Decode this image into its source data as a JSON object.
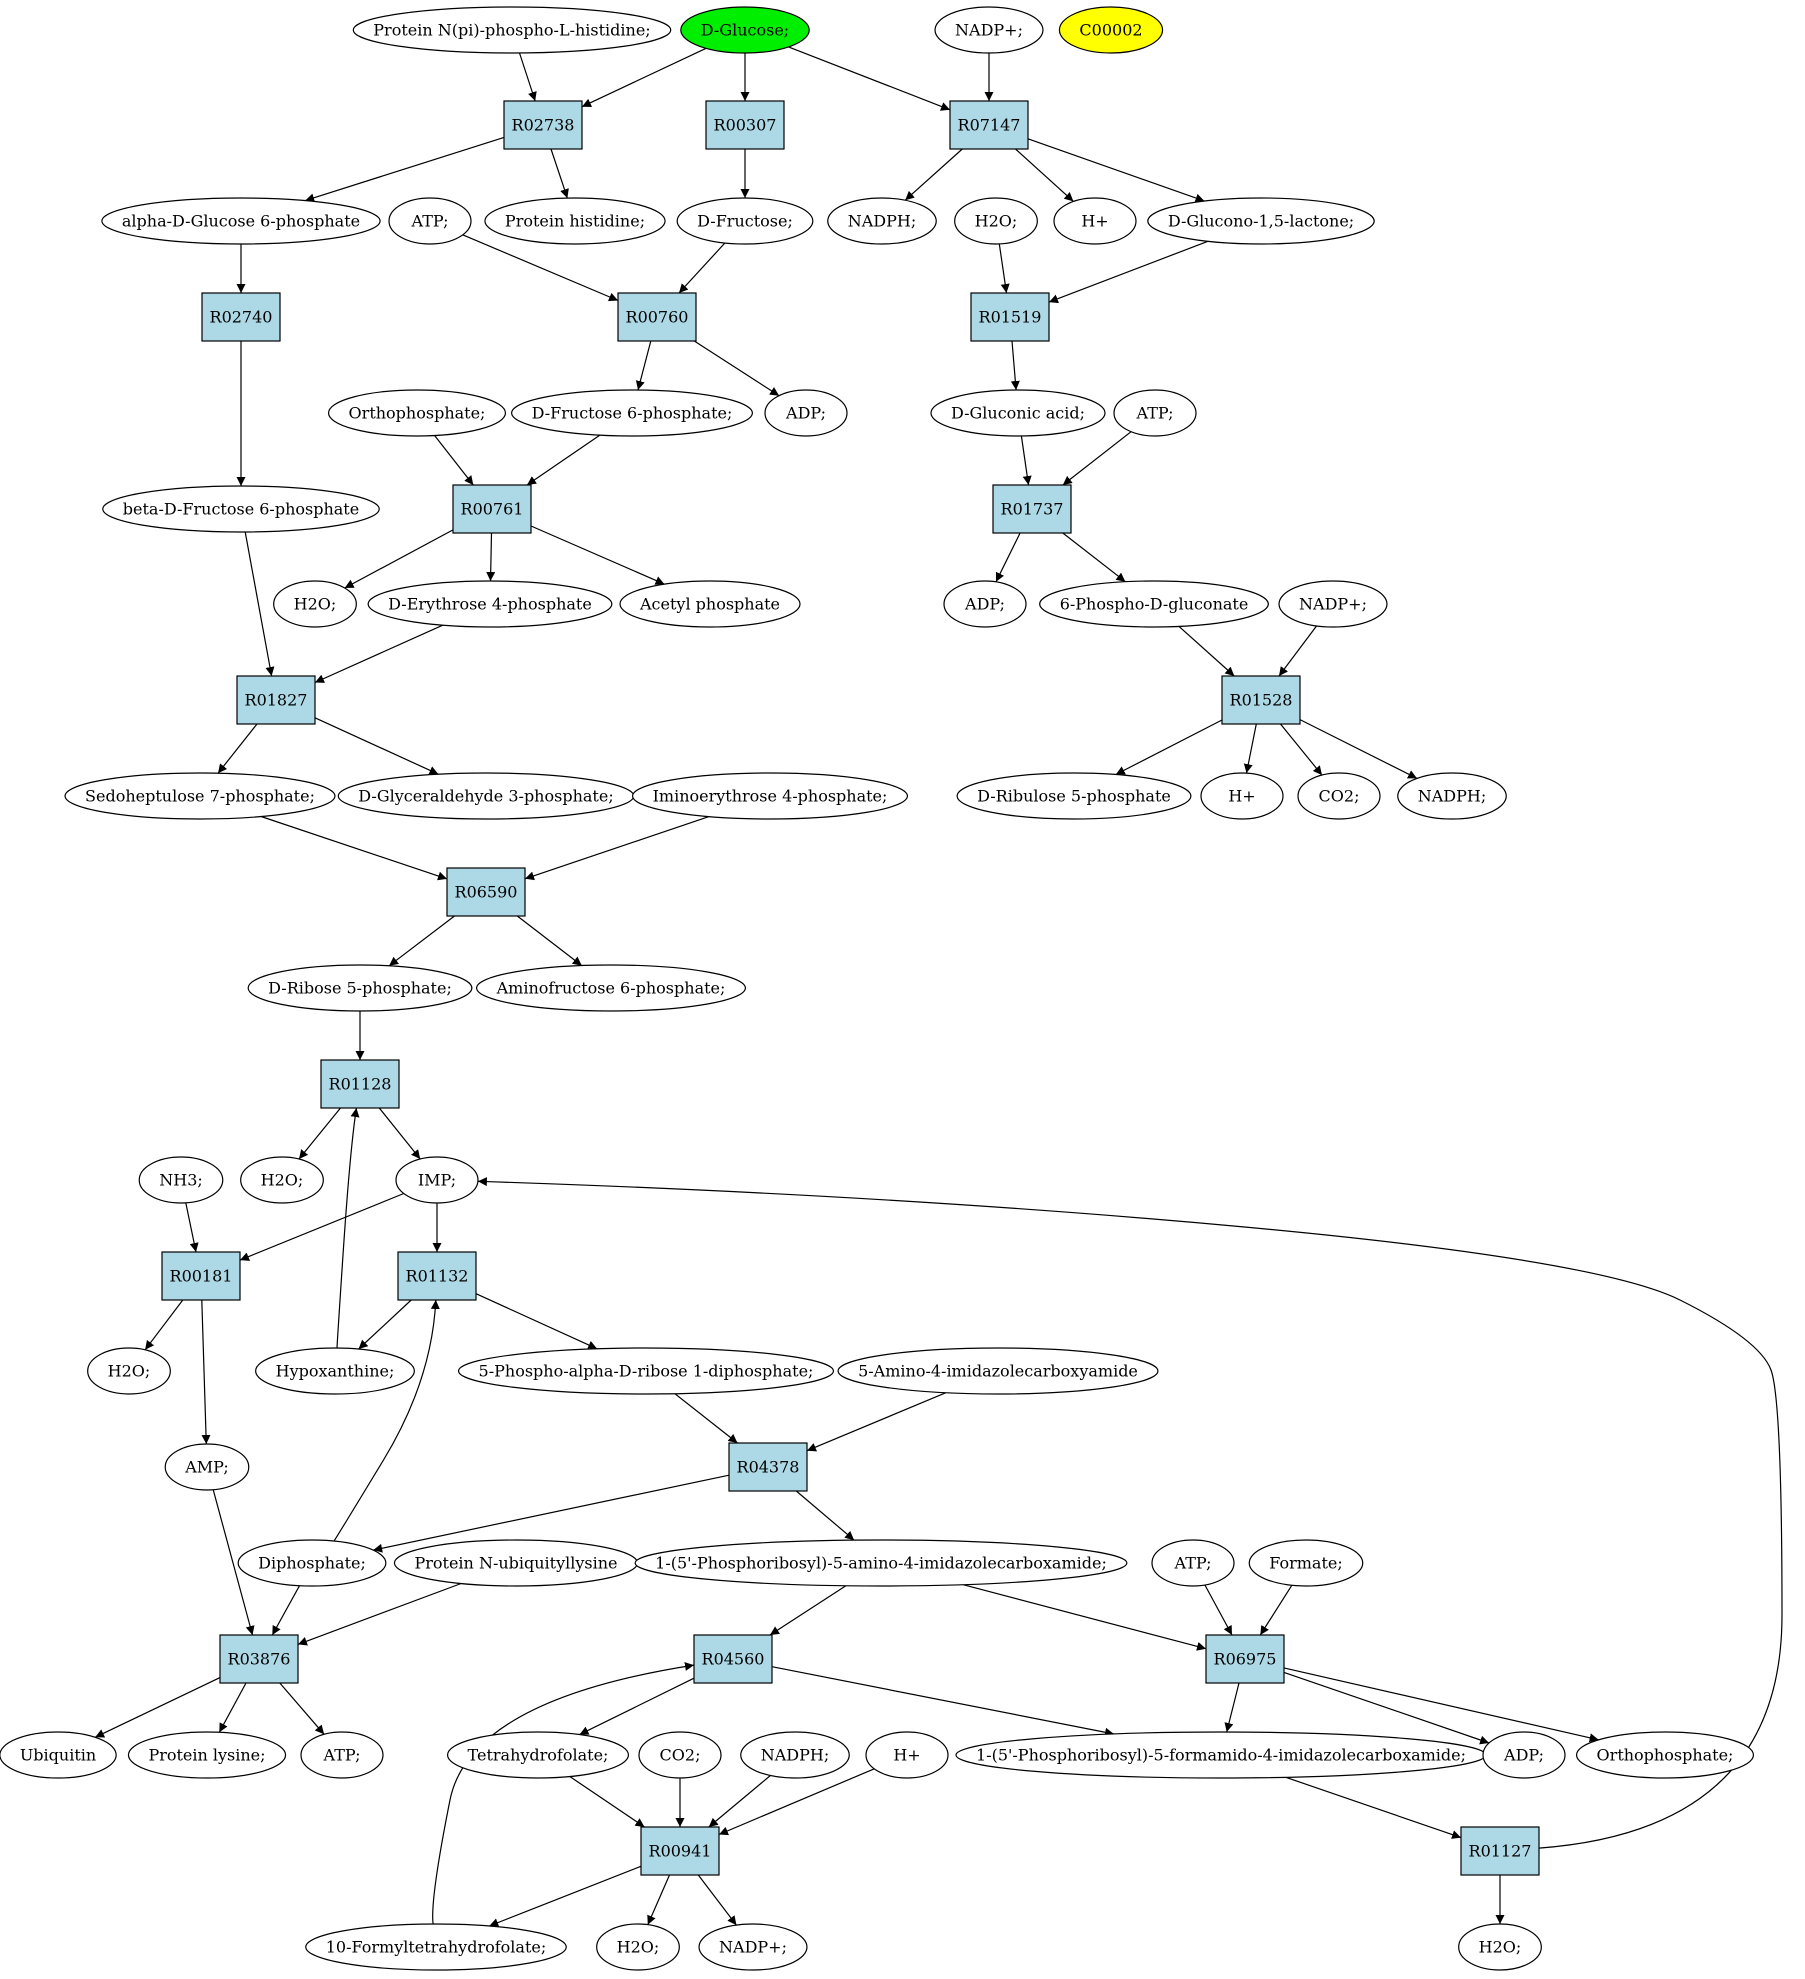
{
  "colors": {
    "reaction_fill": "#add8e6",
    "compound_fill": "#ffffff",
    "start_fill": "#00ee00",
    "highlight_fill": "#ffff00",
    "stroke": "#000000",
    "background": "#ffffff"
  },
  "nodes": [
    {
      "id": "c_pnphis",
      "label": "Protein N(pi)-phospho-L-histidine;",
      "shape": "ellipse"
    },
    {
      "id": "c_glucose",
      "label": "D-Glucose;",
      "shape": "ellipse",
      "fill": "start"
    },
    {
      "id": "c_nadp1",
      "label": "NADP+;",
      "shape": "ellipse"
    },
    {
      "id": "c_c00002",
      "label": "C00002",
      "shape": "ellipse",
      "fill": "highlight"
    },
    {
      "id": "R02738",
      "label": "R02738",
      "shape": "box"
    },
    {
      "id": "R00307",
      "label": "R00307",
      "shape": "box"
    },
    {
      "id": "R07147",
      "label": "R07147",
      "shape": "box"
    },
    {
      "id": "c_ag6p",
      "label": "alpha-D-Glucose 6-phosphate",
      "shape": "ellipse"
    },
    {
      "id": "c_phis",
      "label": "Protein histidine;",
      "shape": "ellipse"
    },
    {
      "id": "c_atp1",
      "label": "ATP;",
      "shape": "ellipse"
    },
    {
      "id": "c_fructose",
      "label": "D-Fructose;",
      "shape": "ellipse"
    },
    {
      "id": "c_nadph1",
      "label": "NADPH;",
      "shape": "ellipse"
    },
    {
      "id": "c_h2o1",
      "label": "H2O;",
      "shape": "ellipse"
    },
    {
      "id": "c_hplus1",
      "label": "H+",
      "shape": "ellipse"
    },
    {
      "id": "c_glucono",
      "label": "D-Glucono-1,5-lactone;",
      "shape": "ellipse"
    },
    {
      "id": "R02740",
      "label": "R02740",
      "shape": "box"
    },
    {
      "id": "R00760",
      "label": "R00760",
      "shape": "box"
    },
    {
      "id": "R01519",
      "label": "R01519",
      "shape": "box"
    },
    {
      "id": "c_ortho1",
      "label": "Orthophosphate;",
      "shape": "ellipse"
    },
    {
      "id": "c_f6p",
      "label": "D-Fructose 6-phosphate;",
      "shape": "ellipse"
    },
    {
      "id": "c_adp1",
      "label": "ADP;",
      "shape": "ellipse"
    },
    {
      "id": "c_gluconic",
      "label": "D-Gluconic acid;",
      "shape": "ellipse"
    },
    {
      "id": "c_atp2",
      "label": "ATP;",
      "shape": "ellipse"
    },
    {
      "id": "c_bf6p",
      "label": "beta-D-Fructose 6-phosphate",
      "shape": "ellipse"
    },
    {
      "id": "R00761",
      "label": "R00761",
      "shape": "box"
    },
    {
      "id": "R01737",
      "label": "R01737",
      "shape": "box"
    },
    {
      "id": "c_h2o2",
      "label": "H2O;",
      "shape": "ellipse"
    },
    {
      "id": "c_e4p",
      "label": "D-Erythrose 4-phosphate",
      "shape": "ellipse"
    },
    {
      "id": "c_acetylp",
      "label": "Acetyl phosphate",
      "shape": "ellipse"
    },
    {
      "id": "c_adp2",
      "label": "ADP;",
      "shape": "ellipse"
    },
    {
      "id": "c_6pg",
      "label": "6-Phospho-D-gluconate",
      "shape": "ellipse"
    },
    {
      "id": "c_nadp2",
      "label": "NADP+;",
      "shape": "ellipse"
    },
    {
      "id": "R01827",
      "label": "R01827",
      "shape": "box"
    },
    {
      "id": "R01528",
      "label": "R01528",
      "shape": "box"
    },
    {
      "id": "c_s7p",
      "label": "Sedoheptulose 7-phosphate;",
      "shape": "ellipse"
    },
    {
      "id": "c_g3p",
      "label": "D-Glyceraldehyde 3-phosphate;",
      "shape": "ellipse"
    },
    {
      "id": "c_ie4p",
      "label": "Iminoerythrose 4-phosphate;",
      "shape": "ellipse"
    },
    {
      "id": "c_ru5p",
      "label": "D-Ribulose 5-phosphate",
      "shape": "ellipse"
    },
    {
      "id": "c_hplus2",
      "label": "H+",
      "shape": "ellipse"
    },
    {
      "id": "c_co2_1",
      "label": "CO2;",
      "shape": "ellipse"
    },
    {
      "id": "c_nadph2",
      "label": "NADPH;",
      "shape": "ellipse"
    },
    {
      "id": "R06590",
      "label": "R06590",
      "shape": "box"
    },
    {
      "id": "c_r5p",
      "label": "D-Ribose 5-phosphate;",
      "shape": "ellipse"
    },
    {
      "id": "c_af6p",
      "label": "Aminofructose 6-phosphate;",
      "shape": "ellipse"
    },
    {
      "id": "R01128",
      "label": "R01128",
      "shape": "box"
    },
    {
      "id": "c_nh3",
      "label": "NH3;",
      "shape": "ellipse"
    },
    {
      "id": "c_h2o3",
      "label": "H2O;",
      "shape": "ellipse"
    },
    {
      "id": "c_imp",
      "label": "IMP;",
      "shape": "ellipse"
    },
    {
      "id": "R00181",
      "label": "R00181",
      "shape": "box"
    },
    {
      "id": "R01132",
      "label": "R01132",
      "shape": "box"
    },
    {
      "id": "c_h2o4",
      "label": "H2O;",
      "shape": "ellipse"
    },
    {
      "id": "c_hypox",
      "label": "Hypoxanthine;",
      "shape": "ellipse"
    },
    {
      "id": "c_prpp",
      "label": "5-Phospho-alpha-D-ribose 1-diphosphate;",
      "shape": "ellipse"
    },
    {
      "id": "c_aica",
      "label": "5-Amino-4-imidazolecarboxyamide",
      "shape": "ellipse"
    },
    {
      "id": "c_amp",
      "label": "AMP;",
      "shape": "ellipse"
    },
    {
      "id": "R04378",
      "label": "R04378",
      "shape": "box"
    },
    {
      "id": "c_ppi",
      "label": "Diphosphate;",
      "shape": "ellipse"
    },
    {
      "id": "c_pnubk",
      "label": "Protein N-ubiquityllysine",
      "shape": "ellipse"
    },
    {
      "id": "c_aicar",
      "label": "1-(5'-Phosphoribosyl)-5-amino-4-imidazolecarboxamide;",
      "shape": "ellipse"
    },
    {
      "id": "c_atp3",
      "label": "ATP;",
      "shape": "ellipse"
    },
    {
      "id": "c_formate",
      "label": "Formate;",
      "shape": "ellipse"
    },
    {
      "id": "R03876",
      "label": "R03876",
      "shape": "box"
    },
    {
      "id": "R04560",
      "label": "R04560",
      "shape": "box"
    },
    {
      "id": "R06975",
      "label": "R06975",
      "shape": "box"
    },
    {
      "id": "c_ubiquitin",
      "label": "Ubiquitin",
      "shape": "ellipse"
    },
    {
      "id": "c_plys",
      "label": "Protein lysine;",
      "shape": "ellipse"
    },
    {
      "id": "c_atp4",
      "label": "ATP;",
      "shape": "ellipse"
    },
    {
      "id": "c_thf",
      "label": "Tetrahydrofolate;",
      "shape": "ellipse"
    },
    {
      "id": "c_co2_2",
      "label": "CO2;",
      "shape": "ellipse"
    },
    {
      "id": "c_nadph3",
      "label": "NADPH;",
      "shape": "ellipse"
    },
    {
      "id": "c_hplus3",
      "label": "H+",
      "shape": "ellipse"
    },
    {
      "id": "c_faicar",
      "label": "1-(5'-Phosphoribosyl)-5-formamido-4-imidazolecarboxamide;",
      "shape": "ellipse"
    },
    {
      "id": "c_adp3",
      "label": "ADP;",
      "shape": "ellipse"
    },
    {
      "id": "c_ortho2",
      "label": "Orthophosphate;",
      "shape": "ellipse"
    },
    {
      "id": "R00941",
      "label": "R00941",
      "shape": "box"
    },
    {
      "id": "R01127",
      "label": "R01127",
      "shape": "box"
    },
    {
      "id": "c_10fthf",
      "label": "10-Formyltetrahydrofolate;",
      "shape": "ellipse"
    },
    {
      "id": "c_h2o5",
      "label": "H2O;",
      "shape": "ellipse"
    },
    {
      "id": "c_nadp3",
      "label": "NADP+;",
      "shape": "ellipse"
    },
    {
      "id": "c_h2o6",
      "label": "H2O;",
      "shape": "ellipse"
    }
  ],
  "edges": [
    [
      "c_pnphis",
      "R02738"
    ],
    [
      "c_glucose",
      "R02738"
    ],
    [
      "c_glucose",
      "R00307"
    ],
    [
      "c_glucose",
      "R07147"
    ],
    [
      "c_nadp1",
      "R07147"
    ],
    [
      "R02738",
      "c_ag6p"
    ],
    [
      "R02738",
      "c_phis"
    ],
    [
      "R00307",
      "c_fructose"
    ],
    [
      "R07147",
      "c_nadph1"
    ],
    [
      "R07147",
      "c_hplus1"
    ],
    [
      "R07147",
      "c_glucono"
    ],
    [
      "c_ag6p",
      "R02740"
    ],
    [
      "c_atp1",
      "R00760"
    ],
    [
      "c_fructose",
      "R00760"
    ],
    [
      "c_h2o1",
      "R01519"
    ],
    [
      "c_glucono",
      "R01519"
    ],
    [
      "R02740",
      "c_bf6p"
    ],
    [
      "R00760",
      "c_f6p"
    ],
    [
      "R00760",
      "c_adp1"
    ],
    [
      "R01519",
      "c_gluconic"
    ],
    [
      "c_ortho1",
      "R00761"
    ],
    [
      "c_f6p",
      "R00761"
    ],
    [
      "c_gluconic",
      "R01737"
    ],
    [
      "c_atp2",
      "R01737"
    ],
    [
      "R00761",
      "c_h2o2"
    ],
    [
      "R00761",
      "c_e4p"
    ],
    [
      "R00761",
      "c_acetylp"
    ],
    [
      "R01737",
      "c_adp2"
    ],
    [
      "R01737",
      "c_6pg"
    ],
    [
      "c_bf6p",
      "R01827"
    ],
    [
      "c_e4p",
      "R01827"
    ],
    [
      "c_6pg",
      "R01528"
    ],
    [
      "c_nadp2",
      "R01528"
    ],
    [
      "R01827",
      "c_s7p"
    ],
    [
      "R01827",
      "c_g3p"
    ],
    [
      "R01528",
      "c_ru5p"
    ],
    [
      "R01528",
      "c_hplus2"
    ],
    [
      "R01528",
      "c_co2_1"
    ],
    [
      "R01528",
      "c_nadph2"
    ],
    [
      "c_s7p",
      "R06590"
    ],
    [
      "c_ie4p",
      "R06590"
    ],
    [
      "R06590",
      "c_r5p"
    ],
    [
      "R06590",
      "c_af6p"
    ],
    [
      "c_r5p",
      "R01128"
    ],
    [
      "R01128",
      "c_h2o3"
    ],
    [
      "R01128",
      "c_imp"
    ],
    [
      "c_hypox",
      "R01128"
    ],
    [
      "c_nh3",
      "R00181"
    ],
    [
      "c_imp",
      "R00181"
    ],
    [
      "c_imp",
      "R01132"
    ],
    [
      "R00181",
      "c_h2o4"
    ],
    [
      "R00181",
      "c_amp"
    ],
    [
      "R01132",
      "c_hypox"
    ],
    [
      "R01132",
      "c_prpp"
    ],
    [
      "c_ppi",
      "R01132"
    ],
    [
      "c_prpp",
      "R04378"
    ],
    [
      "c_aica",
      "R04378"
    ],
    [
      "R04378",
      "c_ppi"
    ],
    [
      "R04378",
      "c_aicar"
    ],
    [
      "c_amp",
      "R03876"
    ],
    [
      "c_ppi",
      "R03876"
    ],
    [
      "c_pnubk",
      "R03876"
    ],
    [
      "c_aicar",
      "R04560"
    ],
    [
      "c_aicar",
      "R06975"
    ],
    [
      "c_atp3",
      "R06975"
    ],
    [
      "c_formate",
      "R06975"
    ],
    [
      "R03876",
      "c_ubiquitin"
    ],
    [
      "R03876",
      "c_plys"
    ],
    [
      "R03876",
      "c_atp4"
    ],
    [
      "R04560",
      "c_thf"
    ],
    [
      "R04560",
      "c_faicar"
    ],
    [
      "c_10fthf",
      "R04560"
    ],
    [
      "R06975",
      "c_faicar"
    ],
    [
      "R06975",
      "c_adp3"
    ],
    [
      "R06975",
      "c_ortho2"
    ],
    [
      "c_thf",
      "R00941"
    ],
    [
      "c_co2_2",
      "R00941"
    ],
    [
      "c_nadph3",
      "R00941"
    ],
    [
      "c_hplus3",
      "R00941"
    ],
    [
      "c_faicar",
      "R01127"
    ],
    [
      "R00941",
      "c_10fthf"
    ],
    [
      "R00941",
      "c_h2o5"
    ],
    [
      "R00941",
      "c_nadp3"
    ],
    [
      "R01127",
      "c_h2o6"
    ],
    [
      "R01127",
      "c_imp"
    ]
  ]
}
